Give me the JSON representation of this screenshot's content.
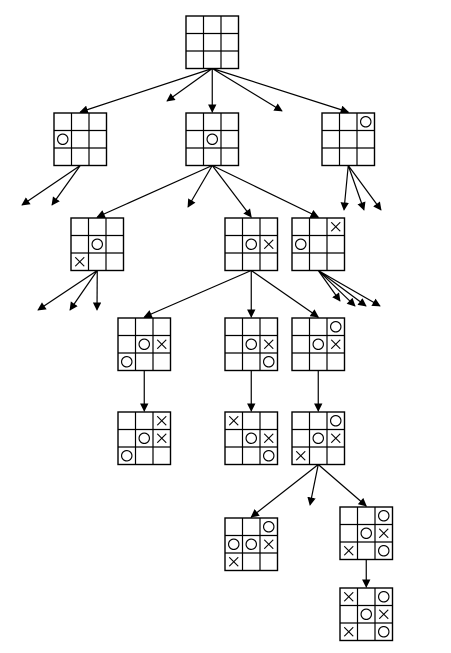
{
  "colors": {
    "ink": "#000000",
    "background": "#ffffff"
  },
  "diagram": {
    "nodes": [
      {
        "id": "root",
        "cells": [
          "",
          "",
          "",
          "",
          "",
          "",
          "",
          "",
          ""
        ]
      },
      {
        "id": "a",
        "cells": [
          "",
          "",
          "",
          "O",
          "",
          "",
          "",
          "",
          ""
        ]
      },
      {
        "id": "b",
        "cells": [
          "",
          "",
          "",
          "",
          "O",
          "",
          "",
          "",
          ""
        ]
      },
      {
        "id": "c",
        "cells": [
          "",
          "",
          "O",
          "",
          "",
          "",
          "",
          "",
          ""
        ]
      },
      {
        "id": "b1",
        "cells": [
          "",
          "",
          "",
          "",
          "O",
          "",
          "X",
          "",
          ""
        ]
      },
      {
        "id": "b2",
        "cells": [
          "",
          "",
          "",
          "",
          "O",
          "X",
          "",
          "",
          ""
        ]
      },
      {
        "id": "b3",
        "cells": [
          "",
          "",
          "X",
          "O",
          "",
          "",
          "",
          "",
          ""
        ]
      },
      {
        "id": "b2a",
        "cells": [
          "",
          "",
          "",
          "",
          "O",
          "X",
          "O",
          "",
          ""
        ]
      },
      {
        "id": "b2b",
        "cells": [
          "",
          "",
          "",
          "",
          "O",
          "X",
          "",
          "",
          "O"
        ]
      },
      {
        "id": "b2c",
        "cells": [
          "",
          "",
          "O",
          "",
          "O",
          "X",
          "",
          "",
          ""
        ]
      },
      {
        "id": "b2a1",
        "cells": [
          "",
          "",
          "X",
          "",
          "O",
          "X",
          "O",
          "",
          ""
        ]
      },
      {
        "id": "b2b1",
        "cells": [
          "X",
          "",
          "",
          "",
          "O",
          "X",
          "",
          "",
          "O"
        ]
      },
      {
        "id": "b2c1",
        "cells": [
          "",
          "",
          "O",
          "",
          "O",
          "X",
          "X",
          "",
          ""
        ]
      },
      {
        "id": "b2c1a",
        "cells": [
          "",
          "",
          "O",
          "O",
          "O",
          "X",
          "X",
          "",
          ""
        ]
      },
      {
        "id": "b2c1b",
        "cells": [
          "",
          "",
          "O",
          "",
          "O",
          "X",
          "X",
          "",
          "O"
        ]
      },
      {
        "id": "b2c1b1",
        "cells": [
          "X",
          "",
          "O",
          "",
          "O",
          "X",
          "X",
          "",
          "O"
        ]
      }
    ],
    "edges": [
      {
        "from": "root",
        "to": "a"
      },
      {
        "from": "root",
        "to": "b"
      },
      {
        "from": "root",
        "to": "c"
      },
      {
        "from": "b",
        "to": "b1"
      },
      {
        "from": "b",
        "to": "b2"
      },
      {
        "from": "b",
        "to": "b3"
      },
      {
        "from": "b2",
        "to": "b2a"
      },
      {
        "from": "b2",
        "to": "b2b"
      },
      {
        "from": "b2",
        "to": "b2c"
      },
      {
        "from": "b2a",
        "to": "b2a1"
      },
      {
        "from": "b2b",
        "to": "b2b1"
      },
      {
        "from": "b2c",
        "to": "b2c1"
      },
      {
        "from": "b2c1",
        "to": "b2c1a"
      },
      {
        "from": "b2c1",
        "to": "b2c1b"
      },
      {
        "from": "b2c1b",
        "to": "b2c1b1"
      }
    ],
    "stubs": [
      {
        "from": "root",
        "dir": "left-short"
      },
      {
        "from": "root",
        "dir": "right-short"
      },
      {
        "from": "a",
        "dir": "down-left-1"
      },
      {
        "from": "a",
        "dir": "down-left-2"
      },
      {
        "from": "b",
        "dir": "down-left-short"
      },
      {
        "from": "c",
        "dir": "fan-1"
      },
      {
        "from": "c",
        "dir": "fan-2"
      },
      {
        "from": "c",
        "dir": "fan-3"
      },
      {
        "from": "b1",
        "dir": "fan-1"
      },
      {
        "from": "b1",
        "dir": "fan-2"
      },
      {
        "from": "b1",
        "dir": "fan-3"
      },
      {
        "from": "b3",
        "dir": "fan-1"
      },
      {
        "from": "b3",
        "dir": "fan-2"
      },
      {
        "from": "b3",
        "dir": "fan-3"
      },
      {
        "from": "b3",
        "dir": "fan-4"
      },
      {
        "from": "b2c1",
        "dir": "down-short"
      }
    ]
  }
}
